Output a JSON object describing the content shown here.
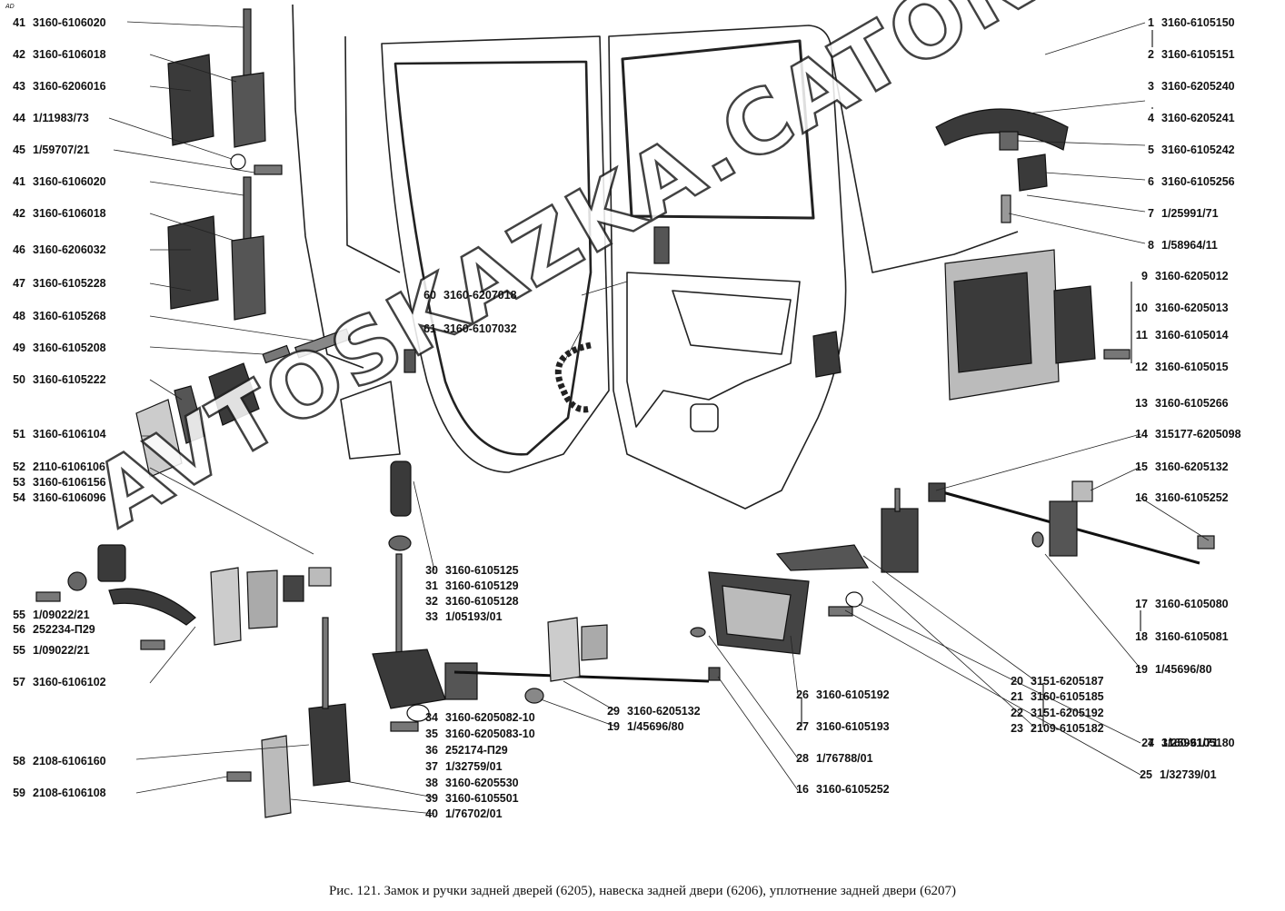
{
  "caption": "Рис. 121. Замок и ручки задней дверей (6205), навеска задней двери (6206), уплотнение задней двери (6207)",
  "watermark": "AVTOSKAZKA.CATONLINE",
  "corner_mark": "AD",
  "labels_left": [
    {
      "num": "41",
      "code": "3160-6106020"
    },
    {
      "num": "42",
      "code": "3160-6106018"
    },
    {
      "num": "43",
      "code": "3160-6206016"
    },
    {
      "num": "44",
      "code": "1/11983/73"
    },
    {
      "num": "45",
      "code": "1/59707/21"
    },
    {
      "num": "41",
      "code": "3160-6106020"
    },
    {
      "num": "42",
      "code": "3160-6106018"
    },
    {
      "num": "46",
      "code": "3160-6206032"
    },
    {
      "num": "47",
      "code": "3160-6105228"
    },
    {
      "num": "48",
      "code": "3160-6105268"
    },
    {
      "num": "49",
      "code": "3160-6105208"
    },
    {
      "num": "50",
      "code": "3160-6105222"
    },
    {
      "num": "51",
      "code": "3160-6106104"
    },
    {
      "num": "52",
      "code": "2110-6106106"
    },
    {
      "num": "53",
      "code": "3160-6106156"
    },
    {
      "num": "54",
      "code": "3160-6106096"
    },
    {
      "num": "55",
      "code": "1/09022/21"
    },
    {
      "num": "56",
      "code": "252234-П29"
    },
    {
      "num": "55",
      "code": "1/09022/21"
    },
    {
      "num": "57",
      "code": "3160-6106102"
    },
    {
      "num": "58",
      "code": "2108-6106160"
    },
    {
      "num": "59",
      "code": "2108-6106108"
    }
  ],
  "labels_right": [
    {
      "num": "1",
      "code": "3160-6105150"
    },
    {
      "num": "2",
      "code": "3160-6105151"
    },
    {
      "num": "3",
      "code": "3160-6205240"
    },
    {
      "num": "4",
      "code": "3160-6205241"
    },
    {
      "num": "5",
      "code": "3160-6105242"
    },
    {
      "num": "6",
      "code": "3160-6105256"
    },
    {
      "num": "7",
      "code": "1/25991/71"
    },
    {
      "num": "8",
      "code": "1/58964/11"
    },
    {
      "num": "9",
      "code": "3160-6205012"
    },
    {
      "num": "10",
      "code": "3160-6205013"
    },
    {
      "num": "11",
      "code": "3160-6105014"
    },
    {
      "num": "12",
      "code": "3160-6105015"
    },
    {
      "num": "13",
      "code": "3160-6105266"
    },
    {
      "num": "14",
      "code": "315177-6205098"
    },
    {
      "num": "15",
      "code": "3160-6205132"
    },
    {
      "num": "16",
      "code": "3160-6105252"
    },
    {
      "num": "17",
      "code": "3160-6105080"
    },
    {
      "num": "18",
      "code": "3160-6105081"
    },
    {
      "num": "19",
      "code": "1/45696/80"
    },
    {
      "num": "20",
      "code": "3151-6205187"
    },
    {
      "num": "21",
      "code": "3160-6105185"
    },
    {
      "num": "22",
      "code": "3151-6205192"
    },
    {
      "num": "23",
      "code": "2109-6105182"
    },
    {
      "num": "24",
      "code": "3160-6105180"
    },
    {
      "num": "7",
      "code": "1/25991/71"
    },
    {
      "num": "25",
      "code": "1/32739/01"
    }
  ],
  "labels_center": [
    {
      "num": "60",
      "code": "3160-6207018"
    },
    {
      "num": "61",
      "code": "3160-6107032"
    },
    {
      "num": "30",
      "code": "3160-6105125"
    },
    {
      "num": "31",
      "code": "3160-6105129"
    },
    {
      "num": "32",
      "code": "3160-6105128"
    },
    {
      "num": "33",
      "code": "1/05193/01"
    },
    {
      "num": "34",
      "code": "3160-6205082-10"
    },
    {
      "num": "35",
      "code": "3160-6205083-10"
    },
    {
      "num": "36",
      "code": "252174-П29"
    },
    {
      "num": "37",
      "code": "1/32759/01"
    },
    {
      "num": "38",
      "code": "3160-6205530"
    },
    {
      "num": "39",
      "code": "3160-6105501"
    },
    {
      "num": "40",
      "code": "1/76702/01"
    },
    {
      "num": "29",
      "code": "3160-6205132"
    },
    {
      "num": "19",
      "code": "1/45696/80"
    },
    {
      "num": "26",
      "code": "3160-6105192"
    },
    {
      "num": "27",
      "code": "3160-6105193"
    },
    {
      "num": "28",
      "code": "1/76788/01"
    },
    {
      "num": "16",
      "code": "3160-6105252"
    }
  ]
}
